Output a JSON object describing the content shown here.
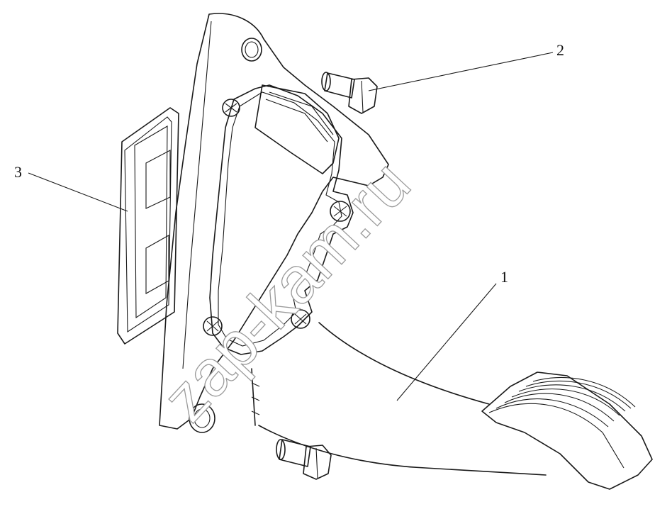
{
  "diagram": {
    "callouts": [
      {
        "id": "1",
        "label": "1"
      },
      {
        "id": "2",
        "label": "2"
      },
      {
        "id": "3",
        "label": "3"
      }
    ],
    "watermark": "zap-kam.ru",
    "colors": {
      "line": "#1a1a1a",
      "background": "#ffffff",
      "watermark_outline": "#9a9a9a"
    }
  }
}
